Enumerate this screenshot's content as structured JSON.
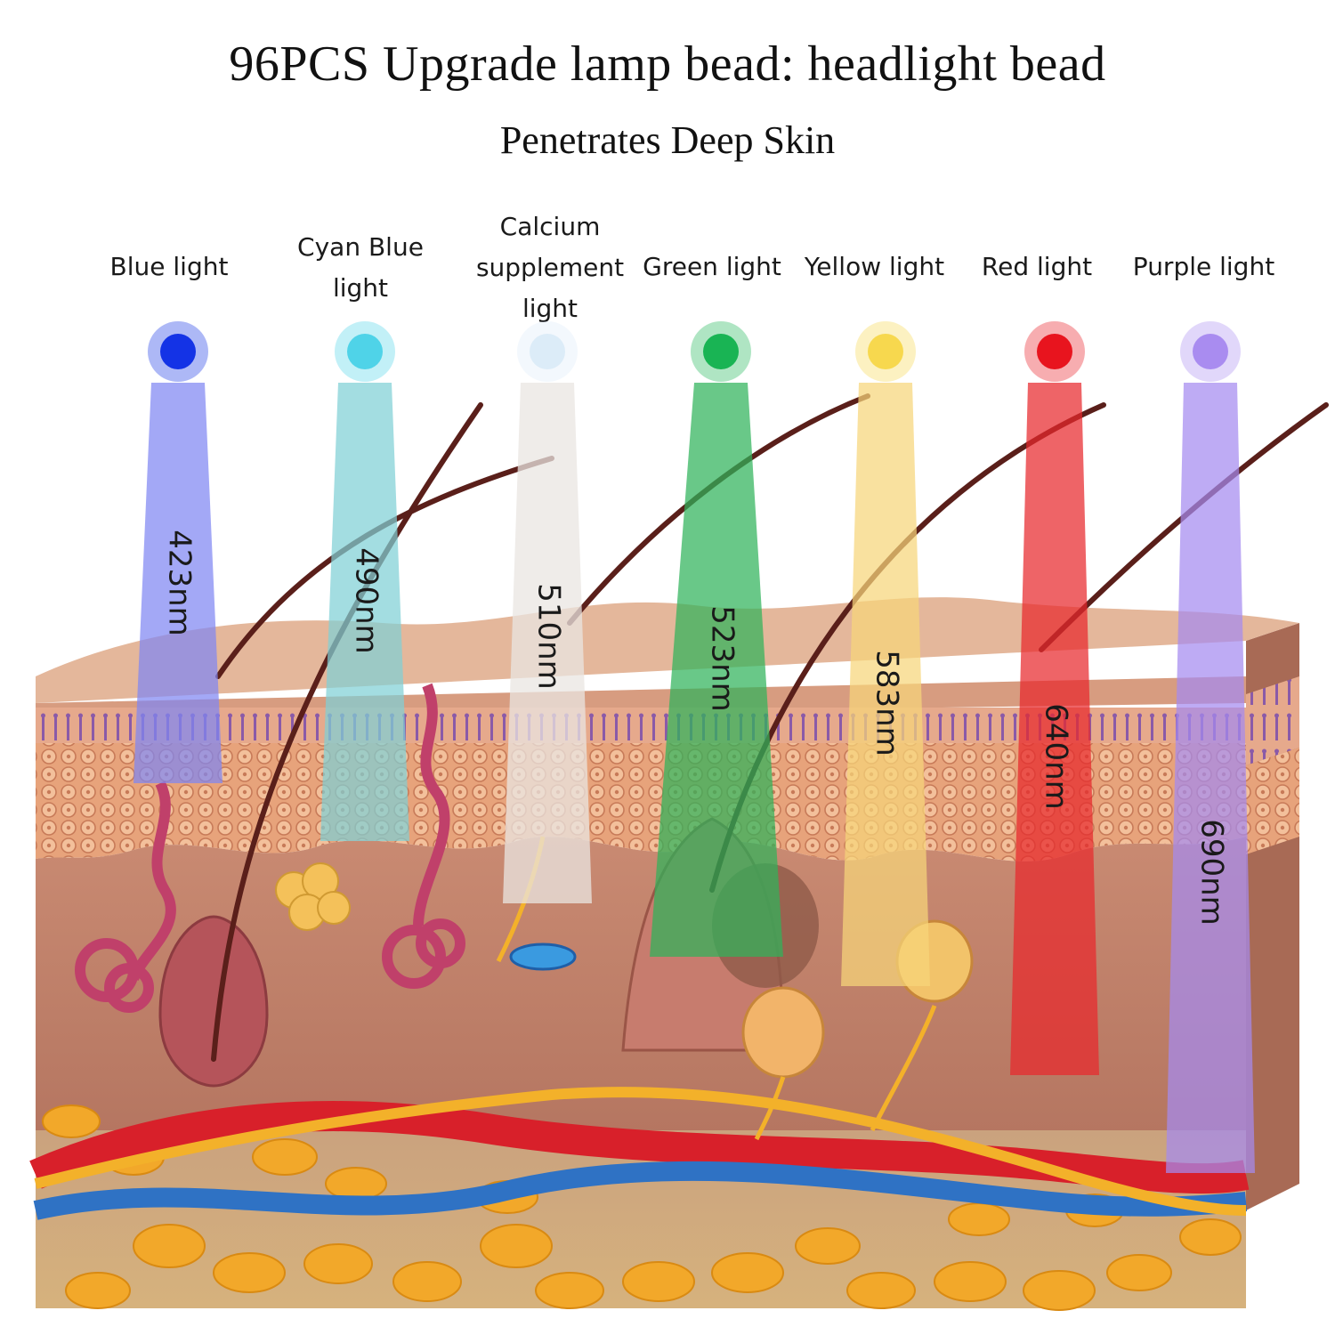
{
  "title": "96PCS Upgrade lamp bead: headlight bead",
  "subtitle": "Penetrates Deep Skin",
  "lights": [
    {
      "name": "Blue light",
      "wavelength": "423nm",
      "color": "#1433e6",
      "beam": "#7f86f2"
    },
    {
      "name": "Cyan Blue light",
      "wavelength": "490nm",
      "color": "#4fd3e8",
      "beam": "#7fd0d6"
    },
    {
      "name": "Calcium supplement light",
      "wavelength": "510nm",
      "color": "#dcecf8",
      "beam": "#e9e6e2"
    },
    {
      "name": "Green light",
      "wavelength": "523nm",
      "color": "#19b454",
      "beam": "#2fb35a"
    },
    {
      "name": "Yellow light",
      "wavelength": "583nm",
      "color": "#f7d84e",
      "beam": "#f7d67a"
    },
    {
      "name": "Red light",
      "wavelength": "640nm",
      "color": "#e8141e",
      "beam": "#e8282c"
    },
    {
      "name": "Purple light",
      "wavelength": "690nm",
      "color": "#a98cf0",
      "beam": "#a58af0"
    }
  ]
}
